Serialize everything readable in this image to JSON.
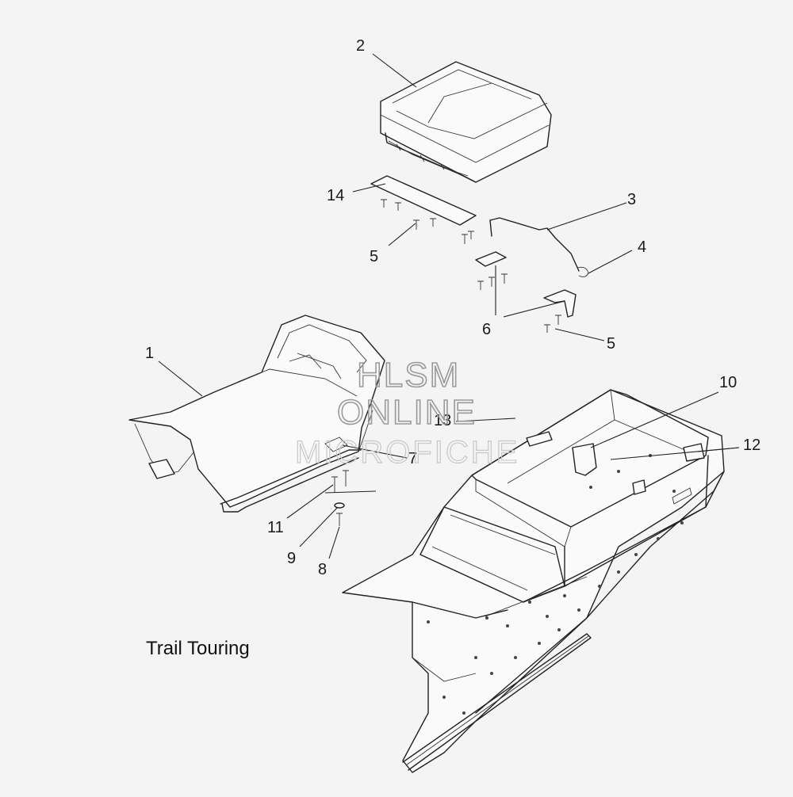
{
  "diagram": {
    "caption": "Trail Touring",
    "callouts": [
      {
        "id": "c1",
        "label": "1"
      },
      {
        "id": "c2",
        "label": "2"
      },
      {
        "id": "c3",
        "label": "3"
      },
      {
        "id": "c4",
        "label": "4"
      },
      {
        "id": "c5a",
        "label": "5"
      },
      {
        "id": "c5b",
        "label": "5"
      },
      {
        "id": "c6",
        "label": "6"
      },
      {
        "id": "c7",
        "label": "7"
      },
      {
        "id": "c8",
        "label": "8"
      },
      {
        "id": "c9",
        "label": "9"
      },
      {
        "id": "c10",
        "label": "10"
      },
      {
        "id": "c11",
        "label": "11"
      },
      {
        "id": "c12",
        "label": "12"
      },
      {
        "id": "c13",
        "label": "13"
      },
      {
        "id": "c14",
        "label": "14"
      }
    ]
  },
  "watermark": {
    "line1": "HLSM",
    "line2": "ONLINE",
    "line3": "MICROFICHE"
  }
}
